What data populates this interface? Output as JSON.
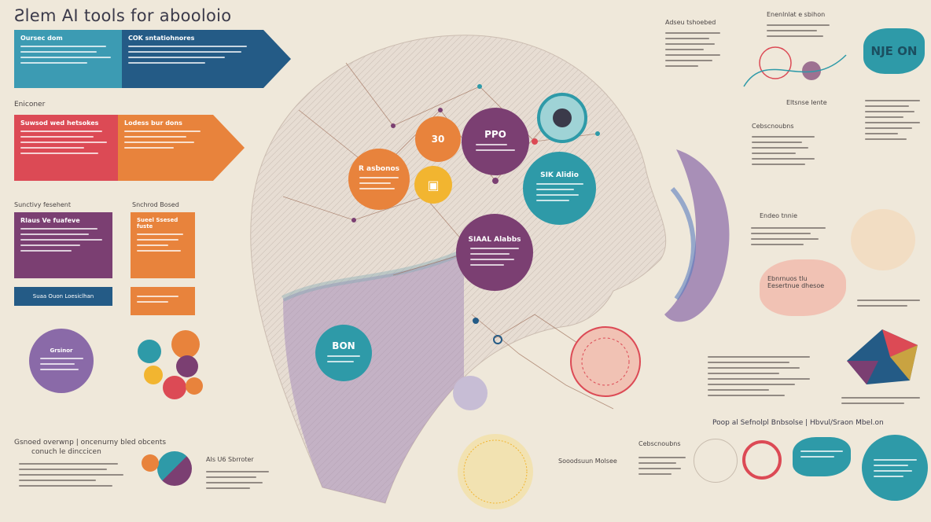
{
  "title": "Ƨlem AI tools for abooloio",
  "left": {
    "ribbon1": {
      "a": "Oursec dom",
      "b": "COK sntatiohnores",
      "colors": [
        "#3c9bb3",
        "#245b86"
      ]
    },
    "heading_mid": "Eniconer",
    "ribbon2": {
      "a": "Suwsod wed hetsokes",
      "b": "Lodess bur dons",
      "colors": [
        "#dc4a55",
        "#e8833c"
      ]
    },
    "heading_a": "Sunctivy fesehent",
    "heading_b": "Snchrod Bosed",
    "box_purple": "Rlaus Ve fuafeve",
    "box_orange": "Sueel Ssesed fuste",
    "teal_bar_text": "Suaa Ouon Loesiclhan",
    "purple_circle_text": "Grsinor",
    "bottom_heading": "Gsnoed overwnp | oncenurny  bled obcents",
    "bottom_sub": "conuch le dinccicen",
    "bottom_mid_heading": "AIs U6 Sbrroter"
  },
  "center": {
    "orange_circle": "R asbonos",
    "small_orange_circle": "30",
    "maroon_circle": "PPO",
    "teal_circle": "SIK Alidio",
    "purple_circle": "SIAAL Alabbs",
    "teal_bottom_circle": "BON",
    "bottom_label": "Sooodsuun Molsee"
  },
  "right": {
    "top_heading": "Adseu tshoebed",
    "top_right_heading": "Enenlnlat e sbihon",
    "teal_blob": "NJE ON",
    "mid_heading": "Eltsnse Iente",
    "mid2_heading": "Cebscnoubns",
    "right_col_heading": "Endeo tnnie",
    "blob_text": "Ebnrnuos tlu",
    "blob_sub": "Eesertnue dhesoe",
    "bottom_banner": "Poop al Sefnolpl Bnbsolse | Hbvul/Sraon Mbel.on"
  },
  "colors": {
    "teal": "#2e9aa8",
    "navy": "#245b86",
    "red": "#dc4a55",
    "orange": "#e8833c",
    "purple": "#7b3f72",
    "lilac": "#8a6aa8",
    "yellow": "#f2b530"
  }
}
